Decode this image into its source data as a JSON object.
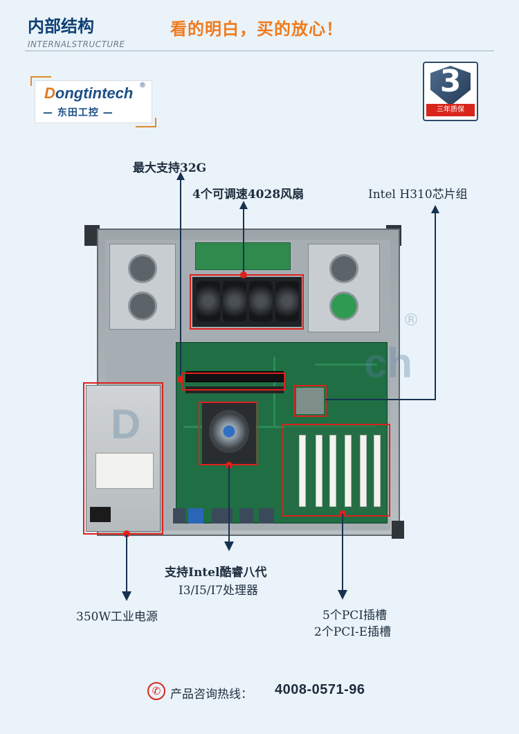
{
  "header": {
    "title": "内部结构",
    "subtitle": "INTERNALSTRUCTURE",
    "slogan": "看的明白，买的放心！"
  },
  "logo": {
    "brand_first_letter": "D",
    "brand_rest": "ongtintech",
    "registered_mark": "®",
    "chinese_name": "— 东田工控 —"
  },
  "warranty_badge": {
    "number": "3",
    "label": "三年质保"
  },
  "callouts": {
    "memory": "最大支持32G",
    "fans": "4个可调速4028风扇",
    "chipset": "Intel H310芯片组",
    "cpu_line1": "支持Intel酷睿八代",
    "cpu_line2": "I3/I5/I7处理器",
    "psu": "350W工业电源",
    "pci_line1": "5个PCI插槽",
    "pci_line2": "2个PCI-E插槽"
  },
  "watermark": {
    "letters": [
      "D",
      "ch"
    ],
    "registered_mark": "®"
  },
  "footer": {
    "hotline_label": "产品咨询热线：",
    "hotline_number": "4008-0571-96"
  },
  "colors": {
    "title_blue": "#0d3f73",
    "slogan_orange": "#f07a1c",
    "highlight_red": "#e0201c",
    "arrow_navy": "#17324f",
    "background": "#eaf3f9"
  },
  "icons": [
    "phone-icon",
    "shield-icon"
  ]
}
